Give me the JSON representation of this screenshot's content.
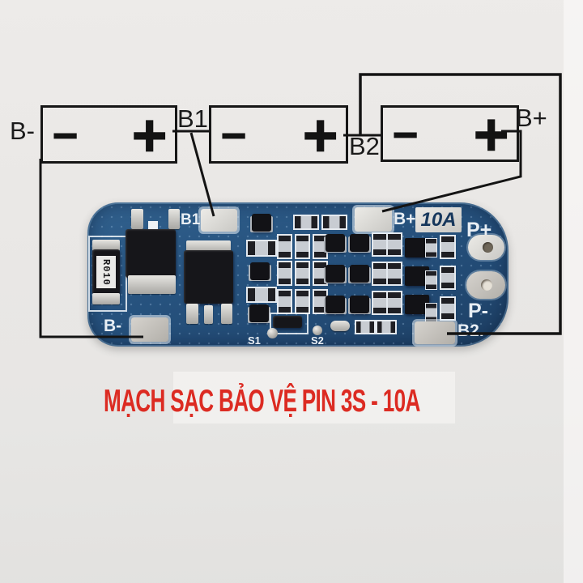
{
  "colors": {
    "background_gray": "#e8e6e4",
    "board_blue": "#27537f",
    "pad_silver": "#d9d8d4",
    "silkscreen_white": "#e8eef4",
    "wire_black": "#141414",
    "caption_red": "#dc2b22"
  },
  "diagram": {
    "labels": {
      "b_minus": "B-",
      "b1": "B1",
      "b2": "B2",
      "b_plus": "B+"
    },
    "batteries": [
      {
        "neg": "−",
        "pos": "+"
      },
      {
        "neg": "−",
        "pos": "+"
      },
      {
        "neg": "−",
        "pos": "+"
      }
    ]
  },
  "pcb": {
    "silkscreen": {
      "b1": "B1",
      "b_plus": "B+",
      "rating": "10A",
      "p_plus": "P+",
      "p_minus": "P-",
      "b2": "B2.",
      "b_minus": "B-",
      "s1": "S1",
      "s2": "S2",
      "shunt_resistor": "R010"
    }
  },
  "caption": {
    "text": "MẠCH SẠC BẢO VỆ PIN 3S - 10A"
  }
}
